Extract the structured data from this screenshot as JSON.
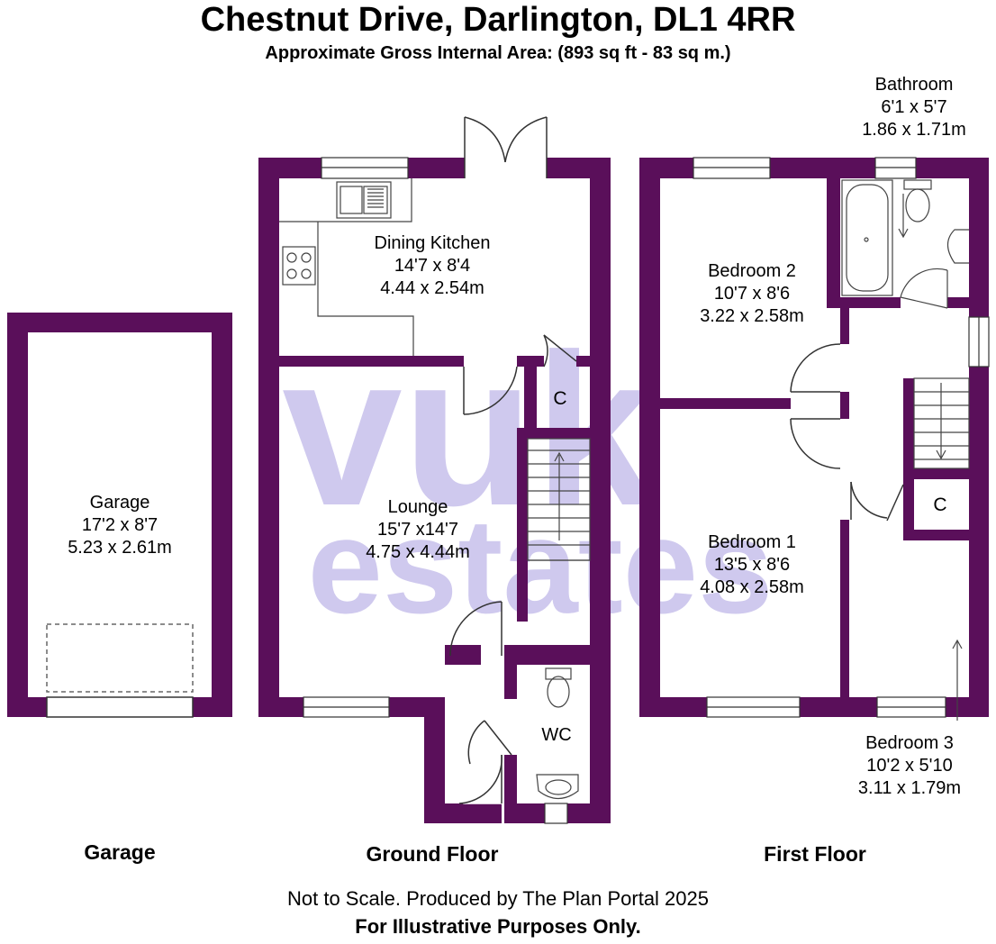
{
  "header": {
    "title": "Chestnut Drive, Darlington, DL1 4RR",
    "subtitle": "Approximate Gross Internal Area: (893 sq ft - 83 sq m.)"
  },
  "colors": {
    "wall": "#5a0f5a",
    "watermark": "#c9c3ea",
    "line": "#333333"
  },
  "watermark": {
    "line1": "vuk",
    "line2": "estates"
  },
  "rooms": {
    "garage": {
      "name": "Garage",
      "imperial": "17'2 x 8'7",
      "metric": "5.23 x 2.61m"
    },
    "dining_kitchen": {
      "name": "Dining Kitchen",
      "imperial": "14'7 x 8'4",
      "metric": "4.44 x 2.54m"
    },
    "lounge": {
      "name": "Lounge",
      "imperial": "15'7 x14'7",
      "metric": "4.75 x 4.44m"
    },
    "wc": {
      "name": "WC"
    },
    "cupboard_ground": {
      "name": "C"
    },
    "bathroom": {
      "name": "Bathroom",
      "imperial": "6'1 x 5'7",
      "metric": "1.86 x 1.71m"
    },
    "bedroom2": {
      "name": "Bedroom 2",
      "imperial": "10'7 x 8'6",
      "metric": "3.22 x 2.58m"
    },
    "bedroom1": {
      "name": "Bedroom 1",
      "imperial": "13'5 x 8'6",
      "metric": "4.08 x 2.58m"
    },
    "bedroom3": {
      "name": "Bedroom 3",
      "imperial": "10'2 x 5'10",
      "metric": "3.11 x 1.79m"
    },
    "cupboard_first": {
      "name": "C"
    }
  },
  "captions": {
    "garage": "Garage",
    "ground": "Ground Floor",
    "first": "First Floor"
  },
  "footer": {
    "line1": "Not to Scale. Produced by The Plan Portal 2025",
    "line2": "For Illustrative Purposes Only."
  }
}
